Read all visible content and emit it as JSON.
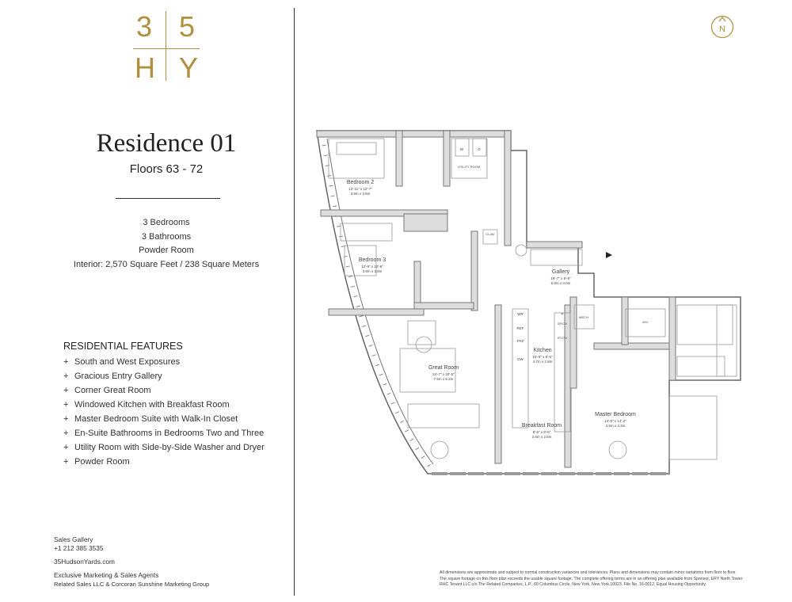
{
  "logo": {
    "tl": "3",
    "tr": "5",
    "bl": "H",
    "br": "Y",
    "color": "#b0903f"
  },
  "residence": {
    "title": "Residence 01",
    "floors": "Floors 63 - 72"
  },
  "specs": [
    "3 Bedrooms",
    "3 Bathrooms",
    "Powder Room",
    "Interior: 2,570 Square Feet / 238 Square Meters"
  ],
  "features": {
    "heading": "RESIDENTIAL FEATURES",
    "bullet": "+",
    "items": [
      "South and West Exposures",
      "Gracious Entry Gallery",
      "Corner Great Room",
      "Windowed Kitchen with Breakfast Room",
      "Master Bedroom Suite with Walk-In Closet",
      "En-Suite Bathrooms in Bedrooms Two and Three",
      "Utility Room with Side-by-Side Washer and Dryer",
      "Powder Room"
    ]
  },
  "contact": {
    "gallery_label": "Sales Gallery",
    "phone": "+1 212 385 3535",
    "website": "35HudsonYards.com",
    "agents_label": "Exclusive Marketing & Sales Agents",
    "agents": "Related Sales LLC & Corcoran Sunshine Marketing Group"
  },
  "disclaimer": "All dimensions are approximate and subject to normal construction variances and tolerances. Plans and dimensions may contain minor variations from floor to floor. The square footage on this floor plan exceeds the usable square footage. The complete offering terms are in an offering plan available from Sponsor, ERY North Tower RHC Tenant LLC c/o The Related Companies, L.P., 60 Columbus Circle, New York, New York 10023. File No. 16-0012. Equal Housing Opportunity.",
  "north_label": "N",
  "rooms": {
    "bedroom2": {
      "name": "Bedroom 2",
      "ft": "12'-11\" x 12'-7\"",
      "m": "3.9m x 3.8m"
    },
    "bedroom3": {
      "name": "Bedroom 3",
      "ft": "12'-8\" x 12'-6\"",
      "m": "3.8m x 3.8m"
    },
    "gallery": {
      "name": "Gallery",
      "ft": "19'-7\" x 9'-9\"",
      "m": "6.0m x 3.0m"
    },
    "kitchen": {
      "name": "Kitchen",
      "ft": "15'-6\" x 9'-5\"",
      "m": "4.7m x 2.8m"
    },
    "great": {
      "name": "Great Room",
      "ft": "24'-7\" x 20'-5\"",
      "m": "7.5m x 6.2m"
    },
    "breakfast": {
      "name": "Breakfast Room",
      "ft": "8'-6\" x 8'-6\"",
      "m": "2.6m x 2.6m"
    },
    "master": {
      "name": "Master Bedroom",
      "ft": "14'-8\" x 14'-2\"",
      "m": "4.5m x 4.3m"
    }
  },
  "plan_tags": {
    "utility": "UTILITY ROOM",
    "w": "W",
    "d": "D",
    "clav": "CL/AV",
    "wr": "WR",
    "ref": "REF",
    "frz": "FRZ",
    "dw": "DW",
    "p": "P",
    "spov": "SP/OV",
    "rtov": "RT/OV",
    "mech": "MECH",
    "wic": "W/C"
  }
}
